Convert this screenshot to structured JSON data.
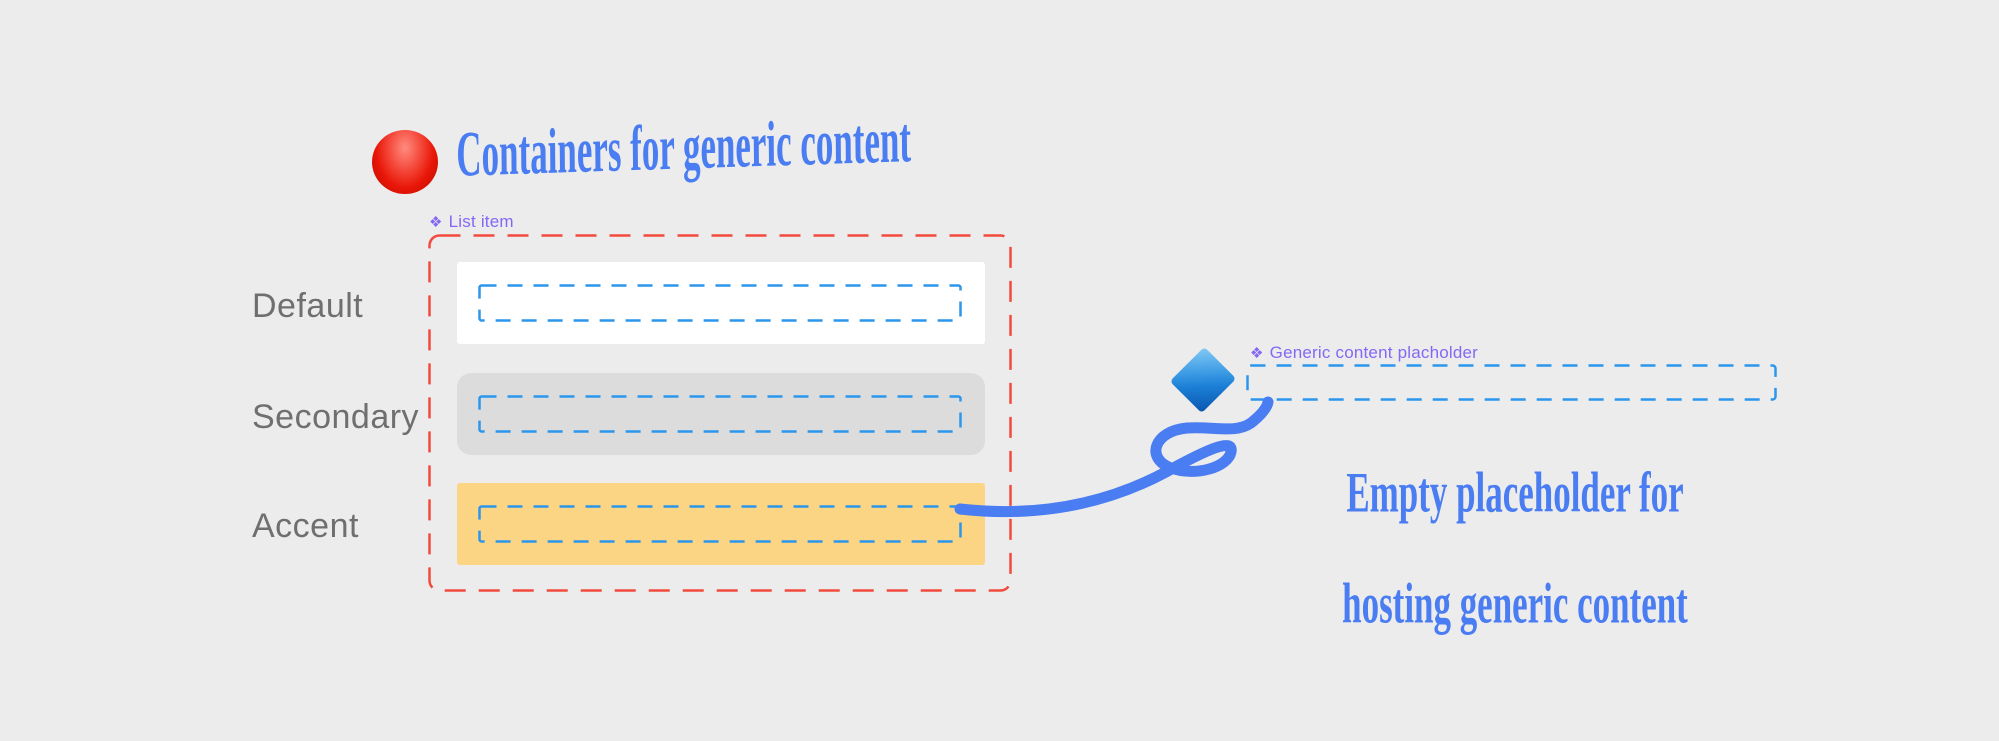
{
  "colors": {
    "background": "#ececec",
    "annotation_blue": "#4a7cf2",
    "dashed_red": "#f24a3d",
    "dashed_blue": "#2b96ec",
    "component_purple": "#8468f5",
    "card_default": "#ffffff",
    "card_secondary": "#dcdcdc",
    "card_accent": "#fbd584",
    "label_gray": "#6f6f6f",
    "red_circle": "#e81607",
    "blue_diamond": "#1c7fd6"
  },
  "title": {
    "text": "Containers for generic content"
  },
  "icons": {
    "component_glyph": "❖"
  },
  "list_item": {
    "component_label": "List item",
    "variants": [
      {
        "label": "Default"
      },
      {
        "label": "Secondary"
      },
      {
        "label": "Accent"
      }
    ]
  },
  "generic_placeholder": {
    "component_label": "Generic content placholder",
    "note_line1": "Empty placeholder for",
    "note_line2": "hosting generic content"
  }
}
